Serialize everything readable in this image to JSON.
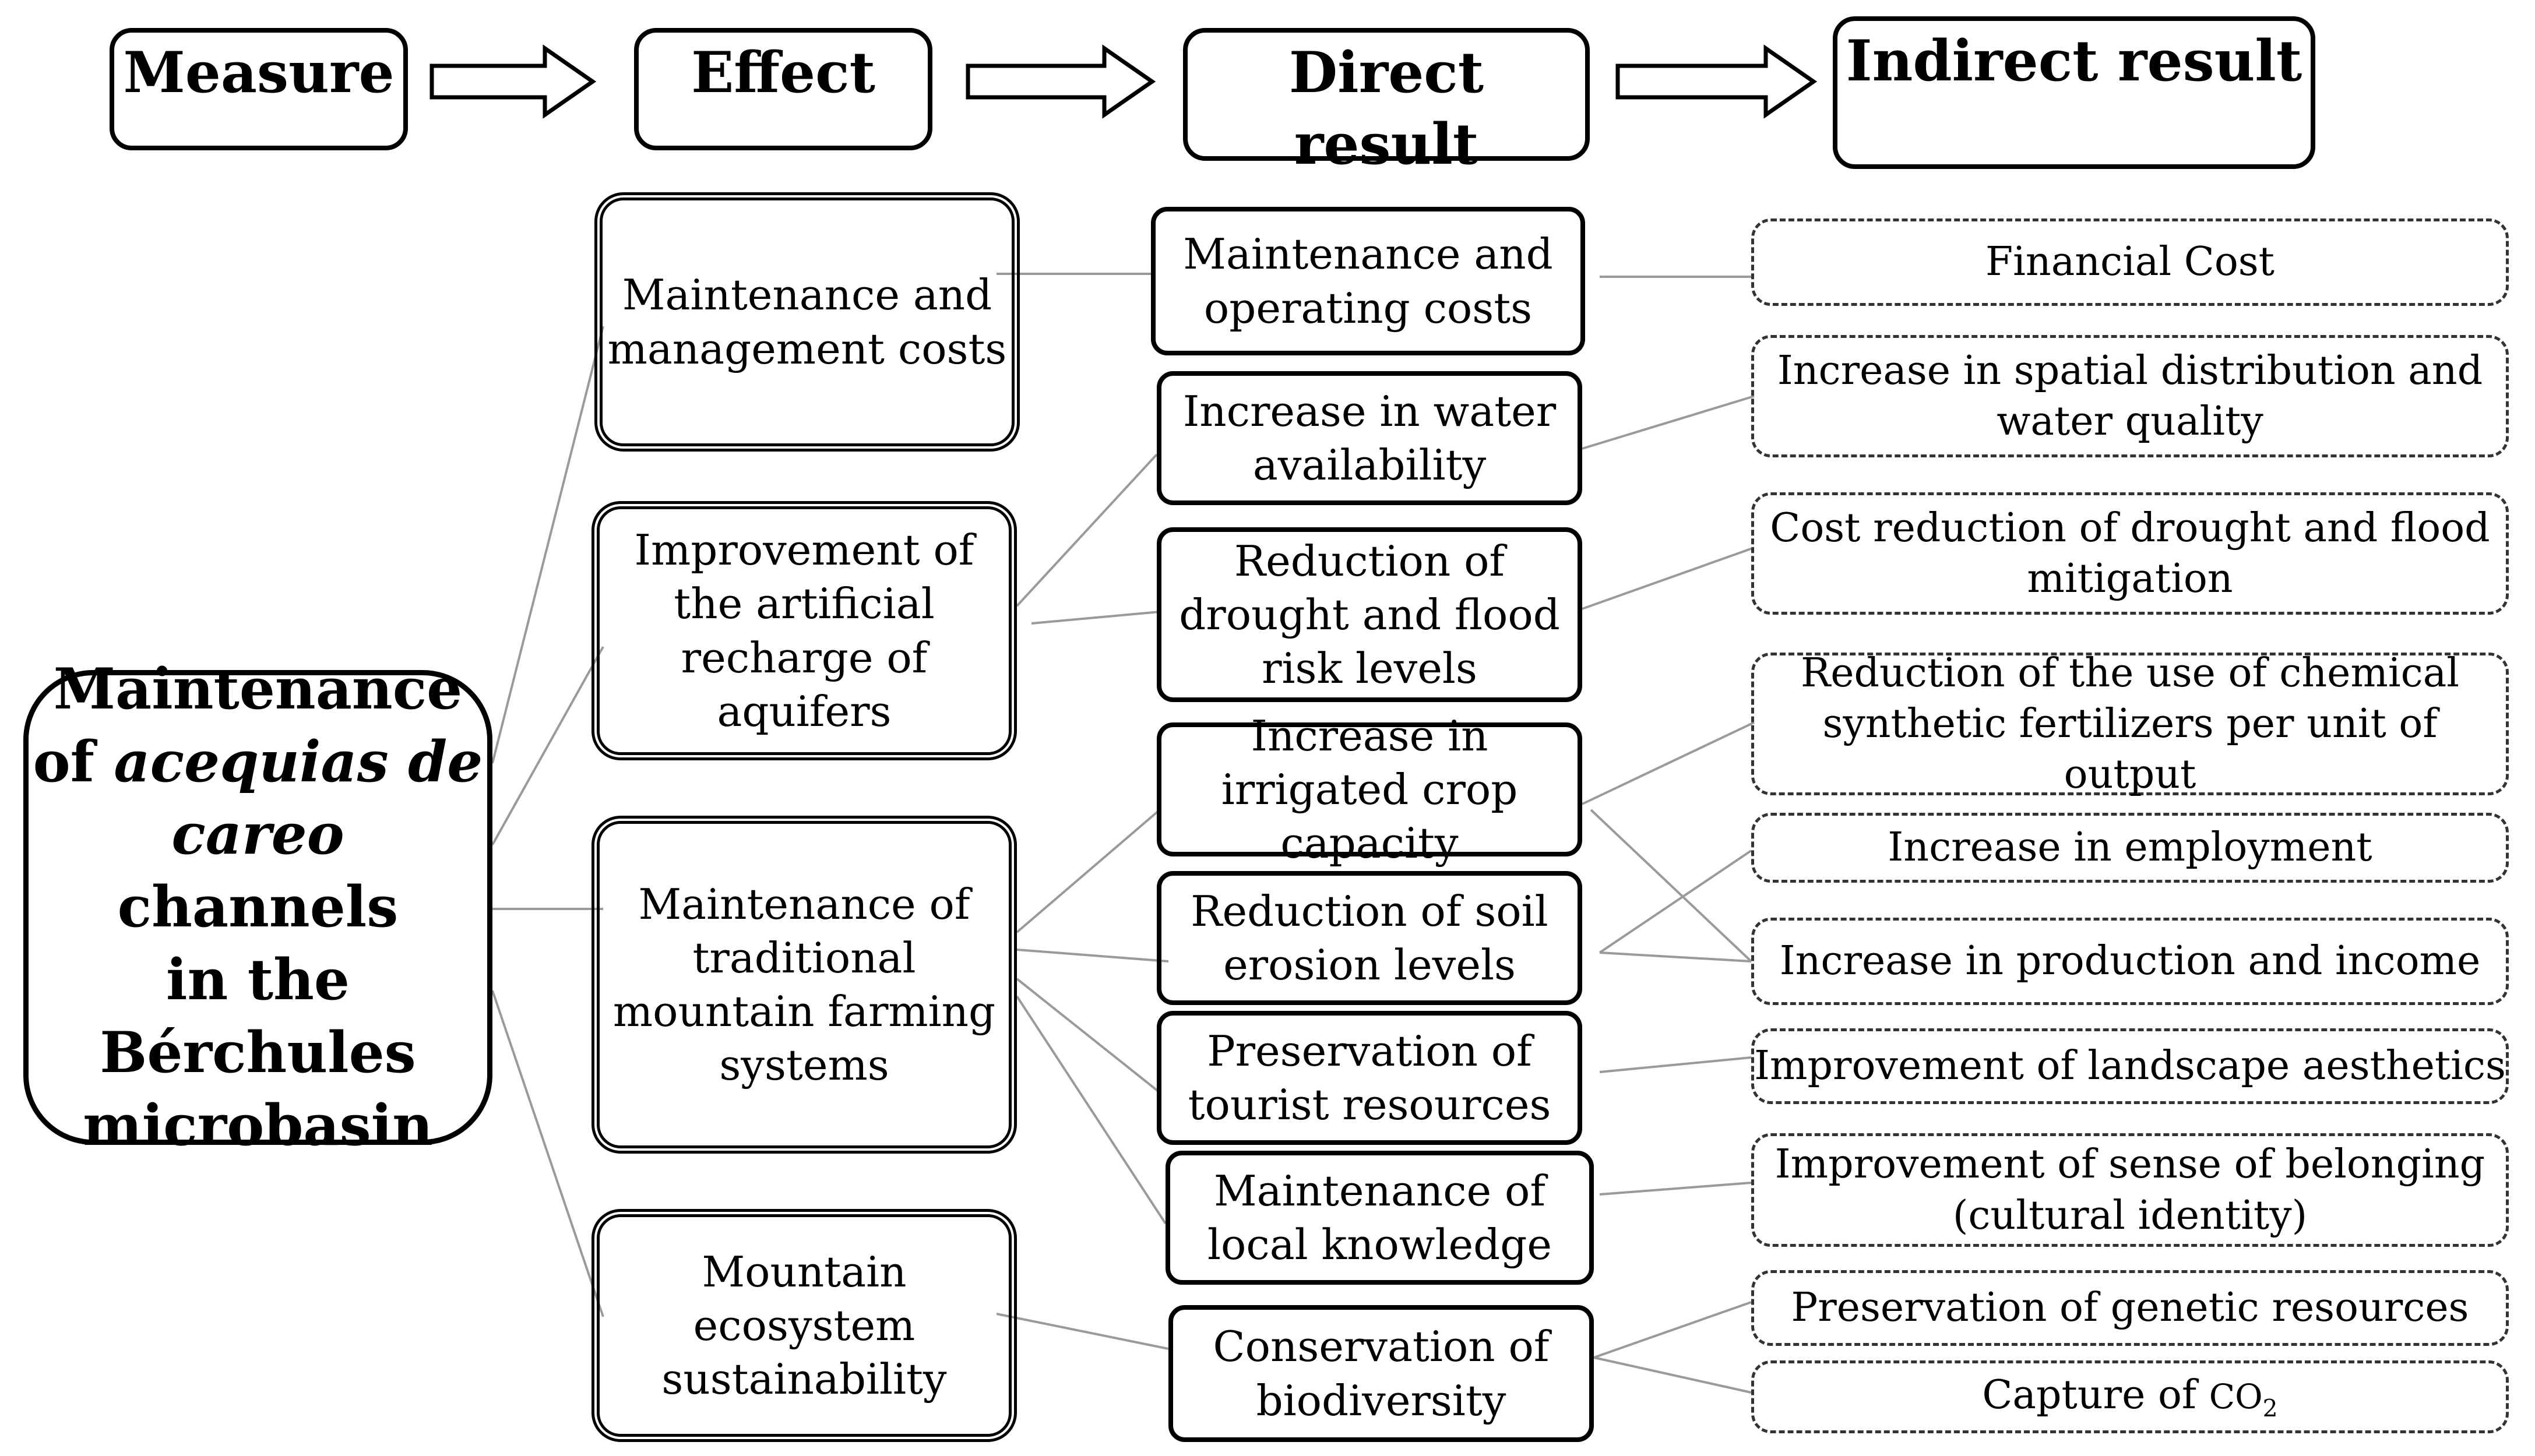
{
  "headers": {
    "measure": "Measure",
    "effect": "Effect",
    "direct": "Direct result",
    "indirect": "Indirect result"
  },
  "measure": {
    "line1": "Maintenance",
    "line2_pre": "of ",
    "line2_italic": "acequias de",
    "line3_italic": "careo",
    "line3_post": " channels",
    "line4": "in the",
    "line5": "Bérchules",
    "line6": "microbasin"
  },
  "effects": [
    "Maintenance and management costs",
    "Improvement of the artificial recharge of aquifers",
    "Maintenance of traditional mountain farming systems",
    "Mountain ecosystem sustainability"
  ],
  "direct_results": [
    "Maintenance and operating costs",
    "Increase in water availability",
    "Reduction of drought and flood risk levels",
    "Increase in irrigated crop capacity",
    "Reduction of soil erosion levels",
    "Preservation of tourist resources",
    "Maintenance of local knowledge",
    "Conservation of biodiversity"
  ],
  "indirect_results": [
    "Financial Cost",
    "Increase in spatial distribution and water quality",
    "Cost reduction of drought and flood mitigation",
    "Reduction of the use of chemical synthetic fertilizers per unit of output",
    "Increase in employment",
    "Increase in production and income",
    "Improvement of landscape aesthetics",
    "Improvement of sense of belonging (cultural identity)",
    "Preservation of genetic resources"
  ],
  "capture": {
    "text": "Capture of ",
    "co": "CO",
    "sub": "2"
  }
}
